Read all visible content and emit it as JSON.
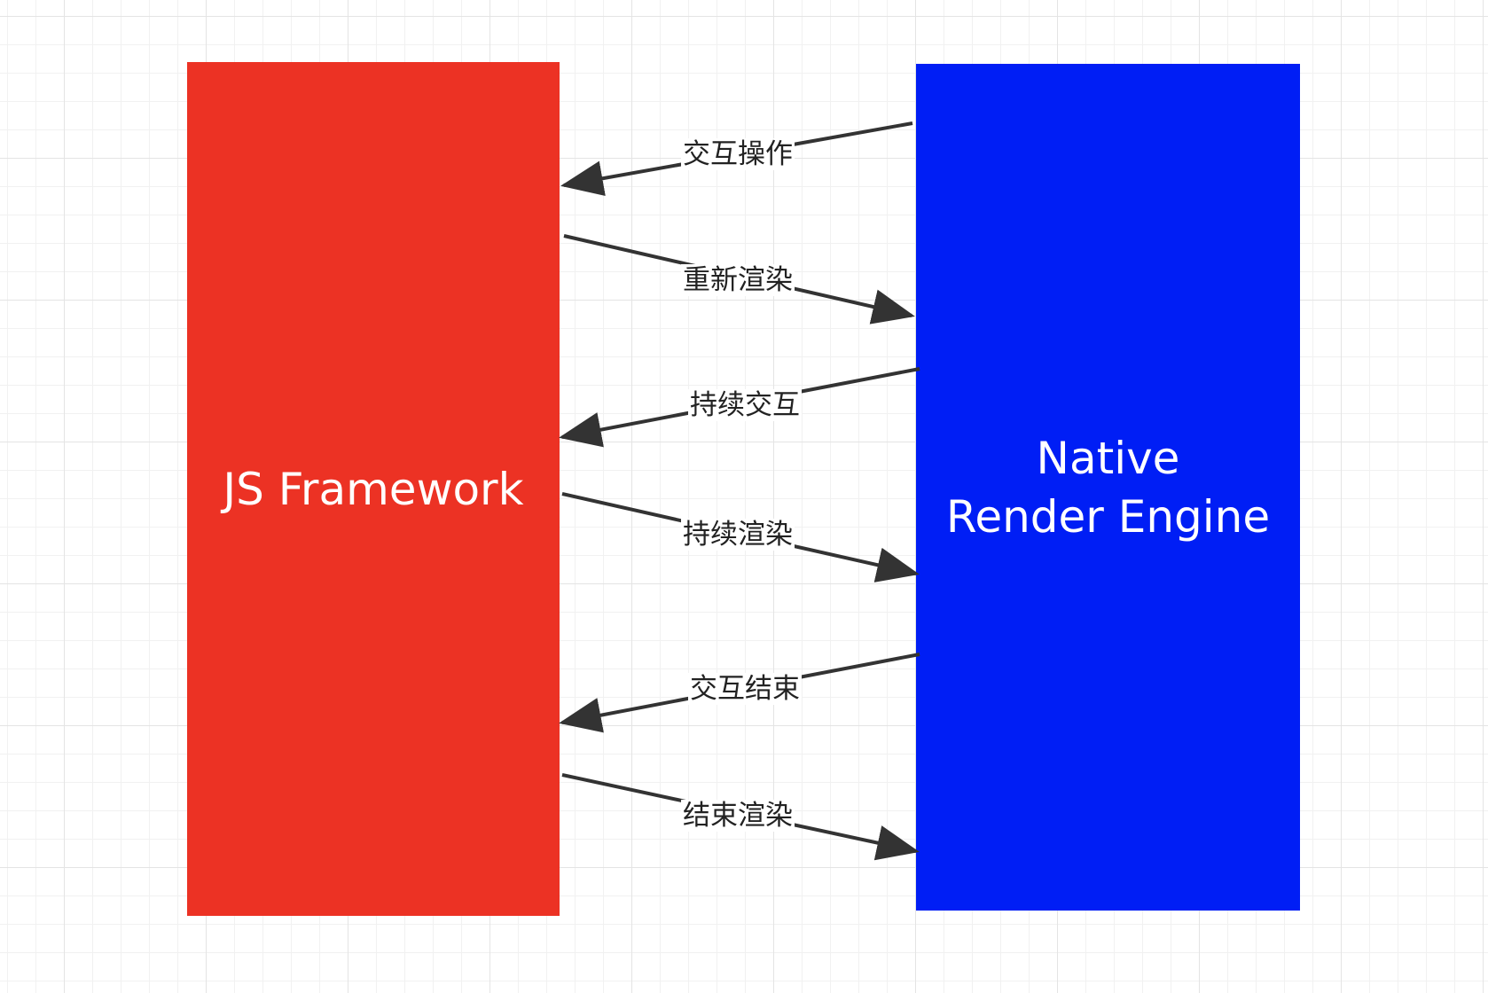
{
  "js_framework": {
    "label": "JS Framework",
    "color": "#ec3224"
  },
  "native_engine": {
    "label": "Native\nRender Engine",
    "color": "#001ef5"
  },
  "arrow_color": "#333333",
  "edges": [
    {
      "label": "交互操作",
      "from": "native",
      "to": "js"
    },
    {
      "label": "重新渲染",
      "from": "js",
      "to": "native"
    },
    {
      "label": "持续交互",
      "from": "native",
      "to": "js"
    },
    {
      "label": "持续渲染",
      "from": "js",
      "to": "native"
    },
    {
      "label": "交互结束",
      "from": "native",
      "to": "js"
    },
    {
      "label": "结束渲染",
      "from": "js",
      "to": "native"
    }
  ]
}
